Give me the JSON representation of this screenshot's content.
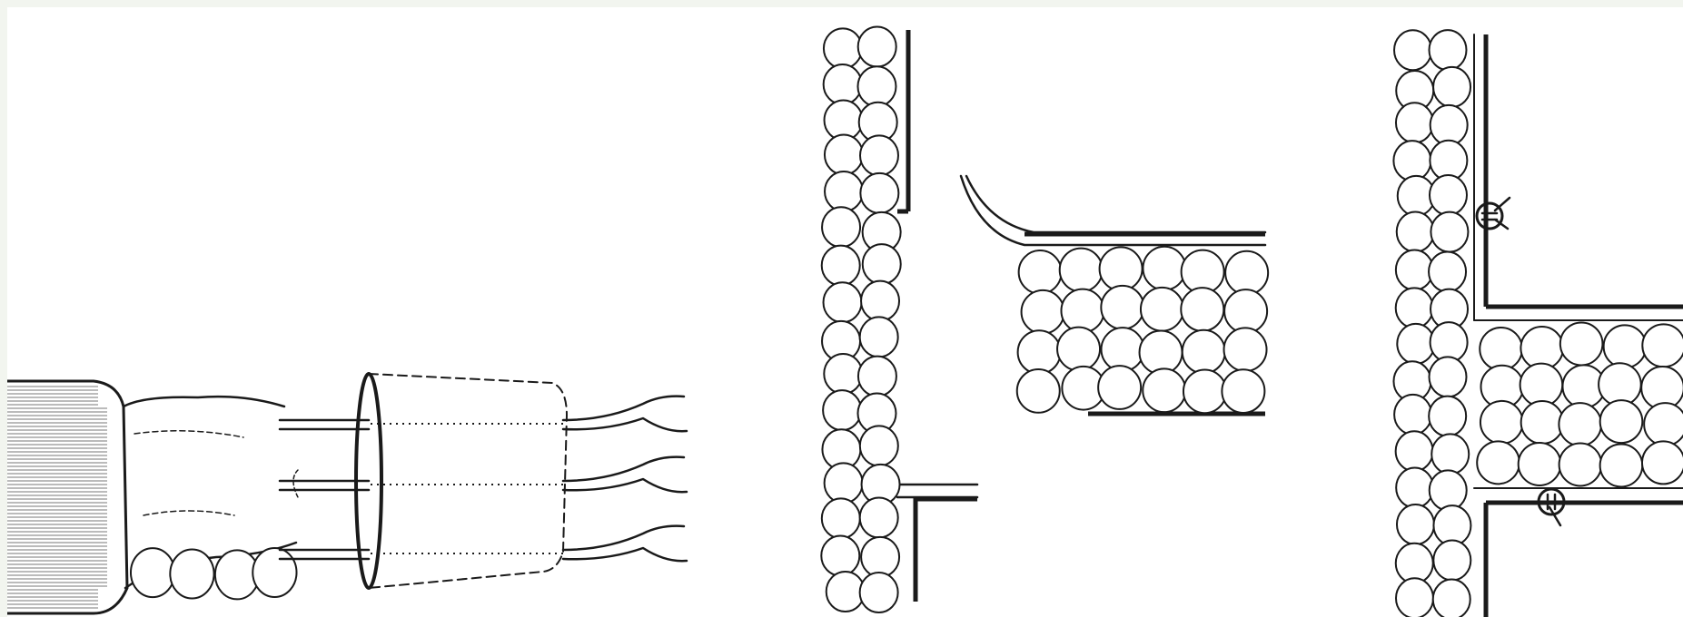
{
  "figure": {
    "panels": [
      {
        "id": "panel-1",
        "content": "tube-with-sutures",
        "labels": []
      },
      {
        "id": "panel-2",
        "content": "separated-segments",
        "labels": []
      },
      {
        "id": "panel-3",
        "content": "anastomosed-segments",
        "labels": []
      }
    ],
    "colors": {
      "ink": "#1a1a1a",
      "paper": "#ffffff",
      "frame": "#f2f5ef"
    },
    "icons": [
      "knot-icon",
      "knot-icon"
    ]
  }
}
